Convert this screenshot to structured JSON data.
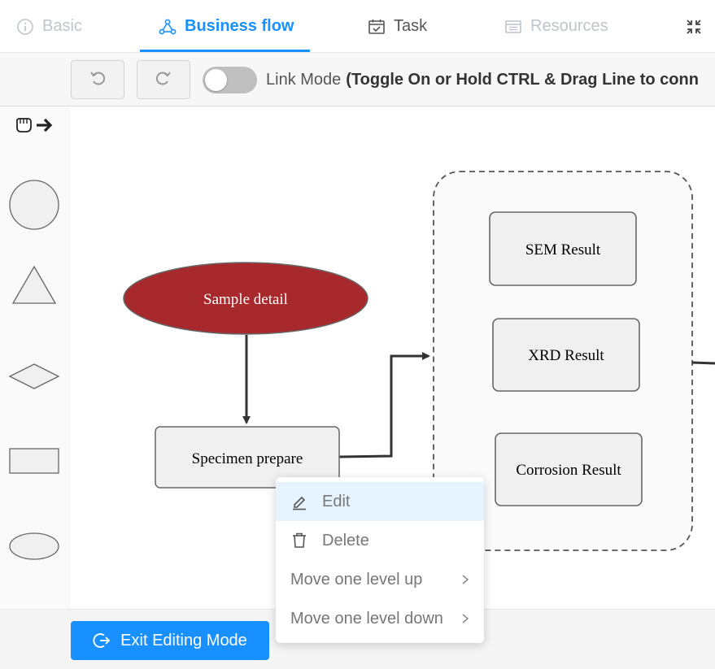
{
  "tabs": [
    {
      "label": "Basic",
      "icon": "info-circle-icon"
    },
    {
      "label": "Business flow",
      "icon": "flow-nodes-icon"
    },
    {
      "label": "Task",
      "icon": "calendar-check-icon"
    },
    {
      "label": "Resources",
      "icon": "resources-icon"
    },
    {
      "label": "",
      "icon": "collapse-icon"
    }
  ],
  "active_tab": "Business flow",
  "toolbar": {
    "undo_icon": "undo-icon",
    "redo_icon": "redo-icon",
    "link_mode_label": "Link Mode",
    "link_mode_hint": "(Toggle On or Hold CTRL & Drag Line to conn",
    "link_mode_on": false
  },
  "palette": {
    "pointer_icons": [
      "grab-hand-icon",
      "arrow-right-icon"
    ],
    "shapes": [
      "circle",
      "triangle",
      "diamond",
      "rectangle",
      "ellipse"
    ]
  },
  "flow": {
    "nodes": {
      "sample_detail": "Sample detail",
      "specimen_prepare": "Specimen prepare",
      "sem_result": "SEM Result",
      "xrd_result": "XRD Result",
      "corrosion_result": "Corrosion Result"
    },
    "colors": {
      "sample_detail_fill": "#a8292b",
      "node_fill": "#f0f0f0",
      "edge": "#333333"
    }
  },
  "context_menu": {
    "items": [
      {
        "label": "Edit",
        "icon": "pencil-icon"
      },
      {
        "label": "Delete",
        "icon": "trash-icon"
      },
      {
        "label": "Move one level up",
        "icon": "chevron-right-icon"
      },
      {
        "label": "Move one level down",
        "icon": "chevron-right-icon"
      }
    ]
  },
  "footer": {
    "exit_label": "Exit Editing Mode",
    "exit_icon": "exit-icon",
    "accent": "#1890ff"
  }
}
